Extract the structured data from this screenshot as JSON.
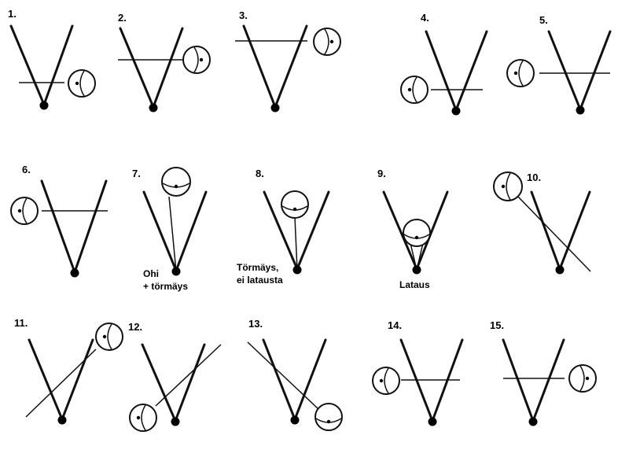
{
  "panels": [
    {
      "id": "p1",
      "label": "1.",
      "caption": []
    },
    {
      "id": "p2",
      "label": "2.",
      "caption": []
    },
    {
      "id": "p3",
      "label": "3.",
      "caption": []
    },
    {
      "id": "p4",
      "label": "4.",
      "caption": []
    },
    {
      "id": "p5",
      "label": "5.",
      "caption": []
    },
    {
      "id": "p6",
      "label": "6.",
      "caption": []
    },
    {
      "id": "p7",
      "label": "7.",
      "caption": [
        "Ohi",
        "+ törmäys"
      ]
    },
    {
      "id": "p8",
      "label": "8.",
      "caption": [
        "Törmäys,",
        "ei latausta"
      ]
    },
    {
      "id": "p9",
      "label": "9.",
      "caption": [
        "Lataus"
      ]
    },
    {
      "id": "p10",
      "label": "10.",
      "caption": []
    },
    {
      "id": "p11",
      "label": "11.",
      "caption": []
    },
    {
      "id": "p12",
      "label": "12.",
      "caption": []
    },
    {
      "id": "p13",
      "label": "13.",
      "caption": []
    },
    {
      "id": "p14",
      "label": "14.",
      "caption": []
    },
    {
      "id": "p15",
      "label": "15.",
      "caption": []
    }
  ]
}
